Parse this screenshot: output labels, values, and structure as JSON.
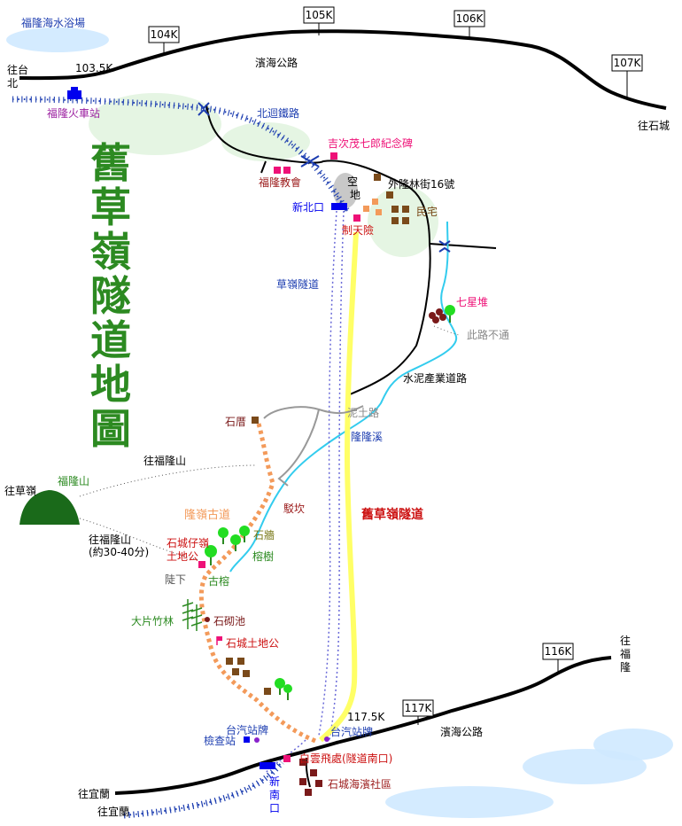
{
  "map": {
    "title": "舊草嶺隧道地圖",
    "colors": {
      "coastal_road": "#000000",
      "railway": "#1c3db0",
      "tunnel": "#ffff66",
      "old_railway_tunnel": "#6a6ad8",
      "trail": "#f39a5a",
      "stream": "#33ccee",
      "dirt_road": "#999999",
      "title_green": "#2c8a21",
      "station_blue": "#0000ee",
      "poi_magenta": "#ee1177",
      "house_brown": "#7a4a1a"
    },
    "km_markers": [
      "104K",
      "105K",
      "106K",
      "107K",
      "116K",
      "117K"
    ],
    "labels": {
      "fulong_beach": "福隆海水浴場",
      "to_taipei": "往台北",
      "km_103_5": "103.5K",
      "coastal_road_north": "濱海公路",
      "to_shicheng": "往石城",
      "fulong_station": "福隆火車站",
      "north_link_railway": "北迴鐵路",
      "yoshiji_memorial": "吉次茂七郎紀念碑",
      "fulong_church": "福隆教會",
      "open_space": "空地",
      "wailonglin_16": "外隆林街16號",
      "xinbeikou": "新北口",
      "residences": "民宅",
      "zhitianxian": "制天險",
      "caoling_tunnel": "草嶺隧道",
      "qixingdui": "七星堆",
      "road_closed": "此路不通",
      "cement_road": "水泥產業道路",
      "shicuo": "石厝",
      "dirt_road": "泥土路",
      "longlong_creek": "隆隆溪",
      "to_fulong_mountain": "往福隆山",
      "fulong_mountain": "福隆山",
      "to_caoling": "往草嶺",
      "tuokan": "駁坎",
      "longling_trail": "隆嶺古道",
      "old_caoling_tunnel": "舊草嶺隧道",
      "stone_wall": "石牆",
      "banyan": "榕樹",
      "to_fulong_mountain_2": "往福隆山",
      "approx_time": "(約30-40分)",
      "shichengziling_shrine_1": "石城仔嶺",
      "shichengziling_shrine_2": "土地公",
      "steep_descent": "陡下",
      "old_banyan": "古榕",
      "bamboo_forest": "大片竹林",
      "stone_pool": "石砌池",
      "shicheng_shrine": "石城土地公",
      "to_fulong": "往福隆",
      "km_117_5": "117.5K",
      "bus_stop_left": "台汽站牌",
      "bus_stop_right": "台汽站牌",
      "checkpoint": "檢查站",
      "coastal_road_south": "濱海公路",
      "baiyunfeichu": "白雲飛處",
      "tunnel_south": "(隧道南口)",
      "xinnankou": "新南口",
      "shicheng_community": "石城海濱社區",
      "to_yilan_1": "往宜蘭",
      "to_yilan_2": "往宜蘭"
    }
  }
}
